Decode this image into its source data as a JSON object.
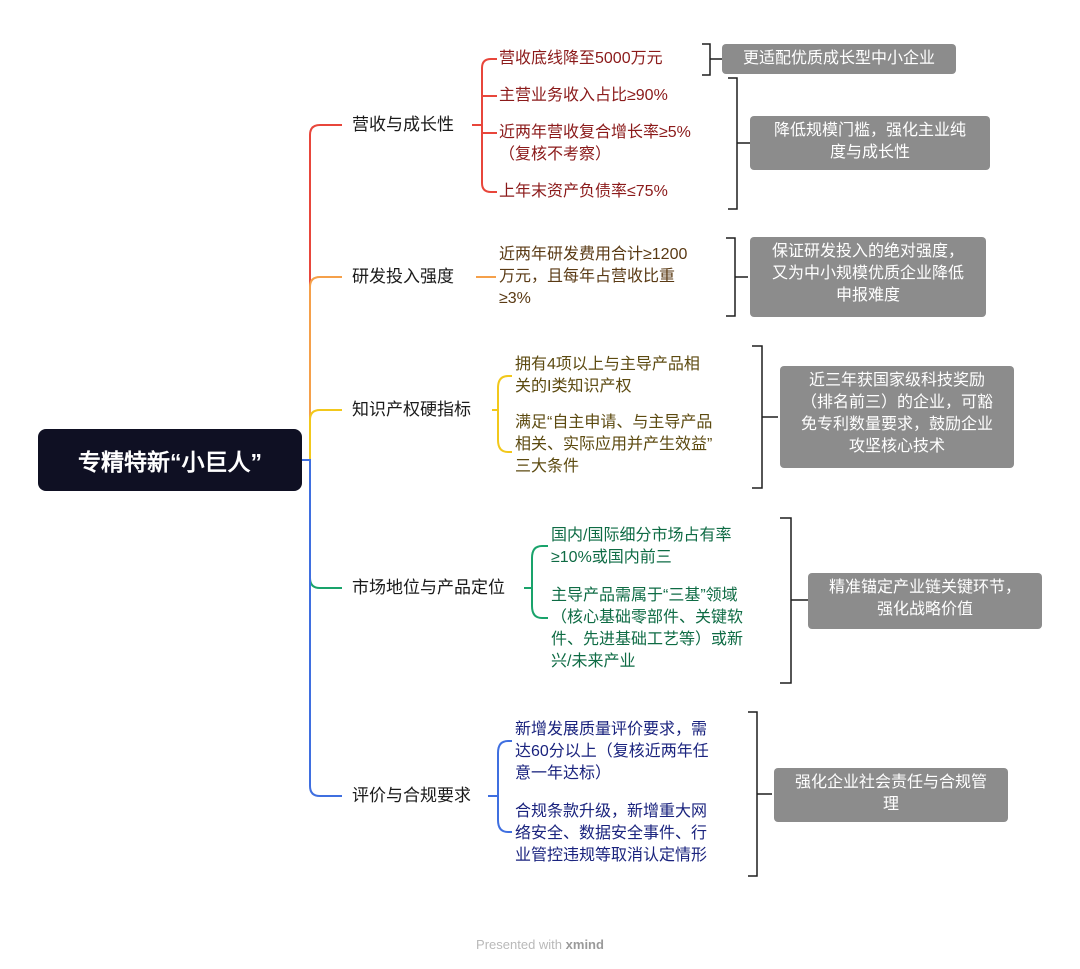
{
  "root": {
    "title": "专精特新“小巨人”"
  },
  "branches": {
    "revenue": {
      "label": "营收与成长性",
      "items": [
        "营收底线降至5000万元",
        "主营业务收入占比≥90%",
        "近两年营收复合增长率≥5%",
        "（复核不考察）",
        "上年末资产负债率≤75%"
      ],
      "notes": [
        "更适配优质成长型中小企业",
        "降低规模门槛，强化主业纯",
        "度与成长性"
      ]
    },
    "rnd": {
      "label": "研发投入强度",
      "items": [
        "近两年研发费用合计≥1200",
        "万元，且每年占营收比重",
        "≥3%"
      ],
      "notes": [
        "保证研发投入的绝对强度，",
        "又为中小规模优质企业降低",
        "申报难度"
      ]
    },
    "ip": {
      "label": "知识产权硬指标",
      "items": [
        "拥有4项以上与主导产品相",
        "关的I类知识产权",
        "满足“自主申请、与主导产品",
        "相关、实际应用并产生效益”",
        "三大条件"
      ],
      "notes": [
        "近三年获国家级科技奖励",
        "（排名前三）的企业，可豁",
        "免专利数量要求，鼓励企业",
        "攻坚核心技术"
      ]
    },
    "market": {
      "label": "市场地位与产品定位",
      "items": [
        "国内/国际细分市场占有率",
        "≥10%或国内前三",
        "主导产品需属于“三基”领域",
        "（核心基础零部件、关键软",
        "件、先进基础工艺等）或新",
        "兴/未来产业"
      ],
      "notes": [
        "精准锚定产业链关键环节，",
        "强化战略价值"
      ]
    },
    "compliance": {
      "label": "评价与合规要求",
      "items": [
        "新增发展质量评价要求，需",
        "达60分以上（复核近两年任",
        "意一年达标）",
        "合规条款升级，新增重大网",
        "络安全、数据安全事件、行",
        "业管控违规等取消认定情形"
      ],
      "notes": [
        "强化企业社会责任与合规管",
        "理"
      ]
    }
  },
  "footer": {
    "prefix": "Presented with",
    "brand": "xmind"
  },
  "colors": {
    "root_bg": "#0f1023",
    "red": "#e8463b",
    "orange": "#f5a04a",
    "yellow": "#f2c81b",
    "green": "#19a36b",
    "blue": "#3f6fe0",
    "note_bg": "#8c8c8c"
  }
}
